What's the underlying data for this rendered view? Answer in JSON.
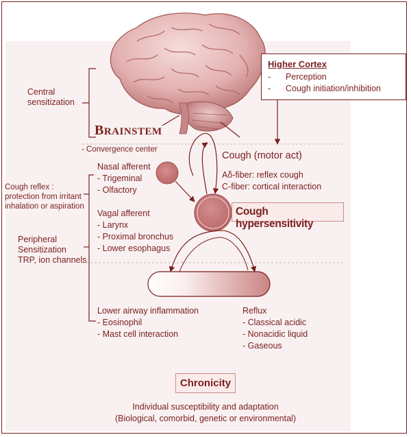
{
  "central_sensitization": [
    "Central",
    "sensitization"
  ],
  "higher_cortex": {
    "title": "Higher Cortex",
    "items": [
      "Perception",
      "Cough initiation/inhibition"
    ],
    "bullet": "-"
  },
  "brainstem": {
    "first": "B",
    "rest": "RAINSTEM",
    "convergence": "- Convergence center"
  },
  "cough_motor": {
    "title": "Cough (motor act)",
    "line1": "Aδ-fiber: reflex cough",
    "line2": "C-fiber: cortical interaction"
  },
  "cough_reflex": [
    "Cough reflex :",
    "protection from irritant",
    "inhalation or aspiration"
  ],
  "nasal_afferent": [
    "Nasal afferent",
    "- Trigeminal",
    "- Olfactory"
  ],
  "vagal_afferent": [
    "Vagal afferent",
    "- Larynx",
    "- Proximal bronchus",
    "- Lower esophagus"
  ],
  "cough_hypersensitivity": "Cough hypersensitivity",
  "peripheral": [
    "Peripheral",
    "Sensitization",
    "TRP, ion channels"
  ],
  "lower_airway": [
    "Lower airway inflammation",
    "- Eosinophil",
    "- Mast cell interaction"
  ],
  "reflux": [
    "Reflux",
    "- Classical acidic",
    "- Nonacidic liquid",
    "- Gaseous"
  ],
  "chronicity": "Chronicity",
  "footer": [
    "Individual susceptibility and adaptation",
    "(Biological, comorbid, genetic or environmental)"
  ],
  "colors": {
    "accent": "#7a1e1e",
    "node_fill": "#c97b7b",
    "panel": "#f9f1f1"
  },
  "icons": [
    "brain-illustration"
  ]
}
